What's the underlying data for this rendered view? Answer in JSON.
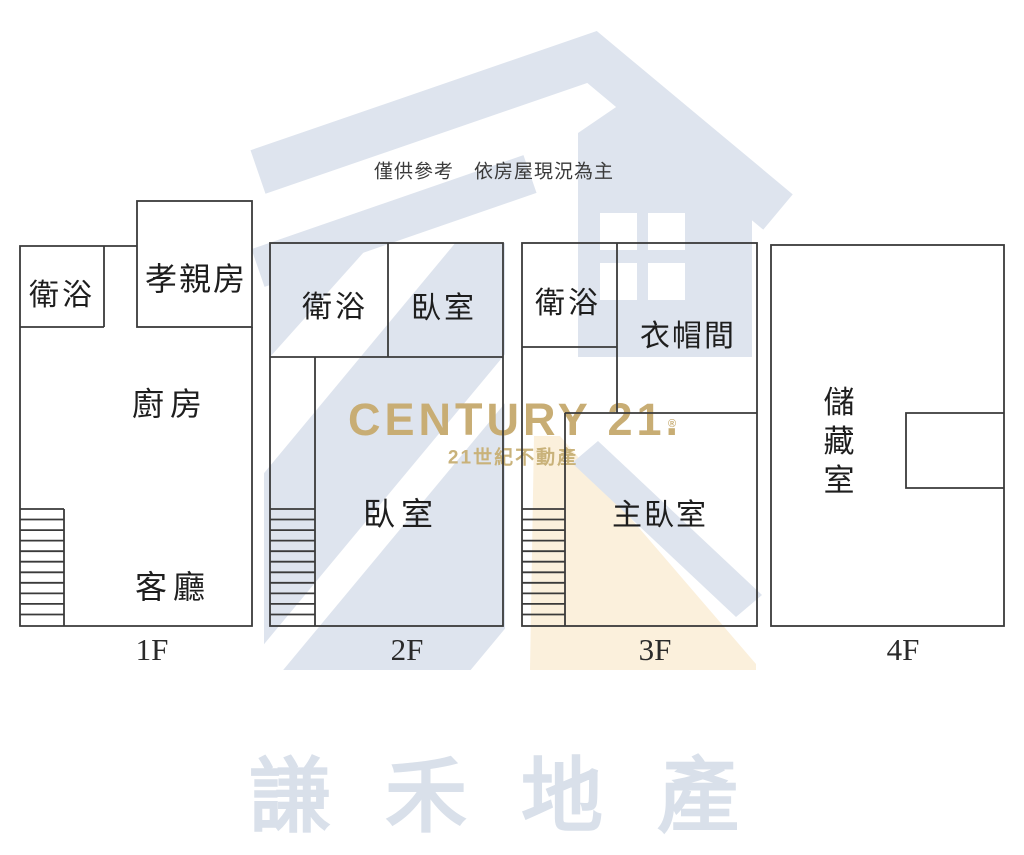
{
  "disclaimer": "僅供參考　依房屋現況為主",
  "watermark": {
    "logo_text": "CENTURY 21.",
    "registered_mark": "®",
    "logo_subtext": "21世紀不動產",
    "agency_name": "謙禾地產",
    "gold_color": "#c8ad74",
    "blue_color": "#dee4ee",
    "beige_color": "#fbf0dc",
    "house_icon": "house-with-four-pane-window"
  },
  "floors": {
    "f1": {
      "label": "1F",
      "bathroom": "衛浴",
      "parents_room": "孝親房",
      "kitchen": "廚房",
      "living_room": "客廳"
    },
    "f2": {
      "label": "2F",
      "bathroom": "衛浴",
      "bedroom_small": "臥室",
      "bedroom_large": "臥室"
    },
    "f3": {
      "label": "3F",
      "bathroom": "衛浴",
      "walk_in_closet": "衣帽間",
      "master_bedroom": "主臥室"
    },
    "f4": {
      "label": "4F",
      "storage_room": "儲藏室"
    }
  }
}
